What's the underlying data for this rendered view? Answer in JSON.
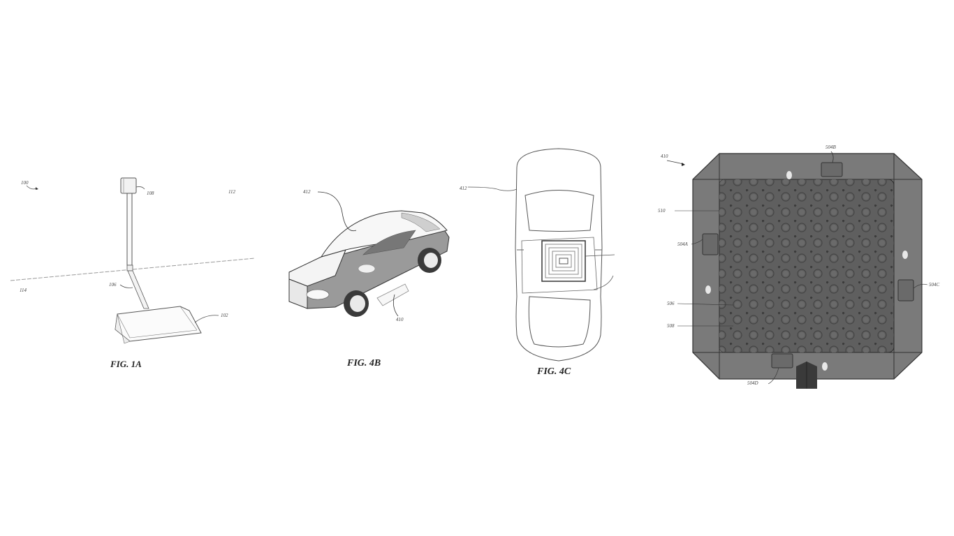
{
  "figures": {
    "fig1a": {
      "caption": "FIG. 1A",
      "labels": {
        "system": "100",
        "charger_unit": "108",
        "above_ground": "112",
        "below_ground": "114",
        "cable": "106",
        "pad": "102"
      }
    },
    "fig4b": {
      "caption": "FIG. 4B",
      "labels": {
        "vehicle": "412",
        "receiver": "410"
      }
    },
    "fig4c": {
      "caption": "FIG. 4C",
      "labels": {
        "vehicle": "412"
      }
    },
    "fig5": {
      "labels": {
        "assembly": "410",
        "sensor_top": "504B",
        "edge": "510",
        "sensor_left": "504A",
        "sensor_right": "504C",
        "coil_a": "506",
        "coil_b": "508",
        "sensor_bottom": "504D"
      },
      "colors": {
        "pad_fill": "#6e6e6e",
        "frame_fill": "#7a7a7a",
        "inner_fill": "#5f5f5f"
      }
    }
  }
}
